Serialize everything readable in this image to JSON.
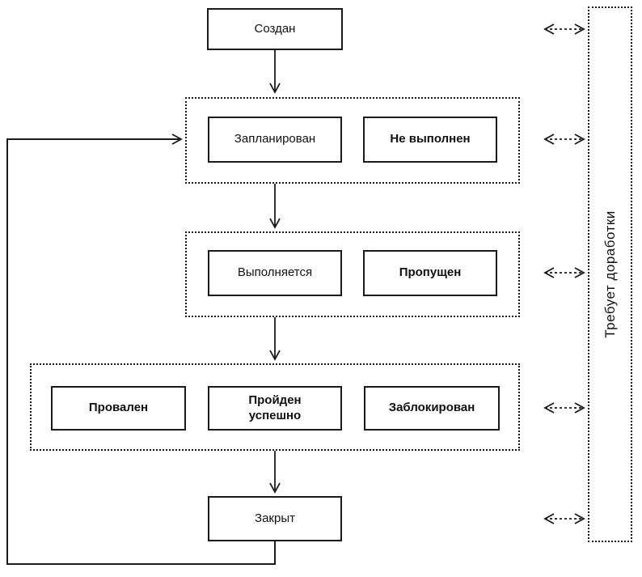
{
  "diagram": {
    "type": "state-flowchart",
    "nodes": {
      "created": {
        "label": "Создан"
      },
      "planned": {
        "label": "Запланирован"
      },
      "not_executed": {
        "label": "Не выполнен"
      },
      "in_progress": {
        "label": "Выполняется"
      },
      "skipped": {
        "label": "Пропущен"
      },
      "failed": {
        "label": "Провален"
      },
      "passed": {
        "label": "Пройден\nуспешно"
      },
      "blocked": {
        "label": "Заблокирован"
      },
      "closed": {
        "label": "Закрыт"
      },
      "needs_rework": {
        "label": "Требует доработки"
      }
    },
    "edges": [
      {
        "from": "created",
        "to": "planned-group",
        "style": "solid-arrow"
      },
      {
        "from": "planned-group",
        "to": "execution-group",
        "style": "solid-arrow"
      },
      {
        "from": "execution-group",
        "to": "result-group",
        "style": "solid-arrow"
      },
      {
        "from": "result-group",
        "to": "closed",
        "style": "solid-arrow"
      },
      {
        "from": "closed",
        "to": "planned-group",
        "style": "solid-arrow-loop"
      },
      {
        "from": "needs_rework",
        "to": "created",
        "style": "dashed-double-arrow"
      },
      {
        "from": "needs_rework",
        "to": "planned-group",
        "style": "dashed-double-arrow"
      },
      {
        "from": "needs_rework",
        "to": "execution-group",
        "style": "dashed-double-arrow"
      },
      {
        "from": "needs_rework",
        "to": "result-group",
        "style": "dashed-double-arrow"
      },
      {
        "from": "needs_rework",
        "to": "closed",
        "style": "dashed-double-arrow"
      }
    ],
    "colors": {
      "line": "#1a1a1a",
      "background": "#ffffff"
    }
  }
}
